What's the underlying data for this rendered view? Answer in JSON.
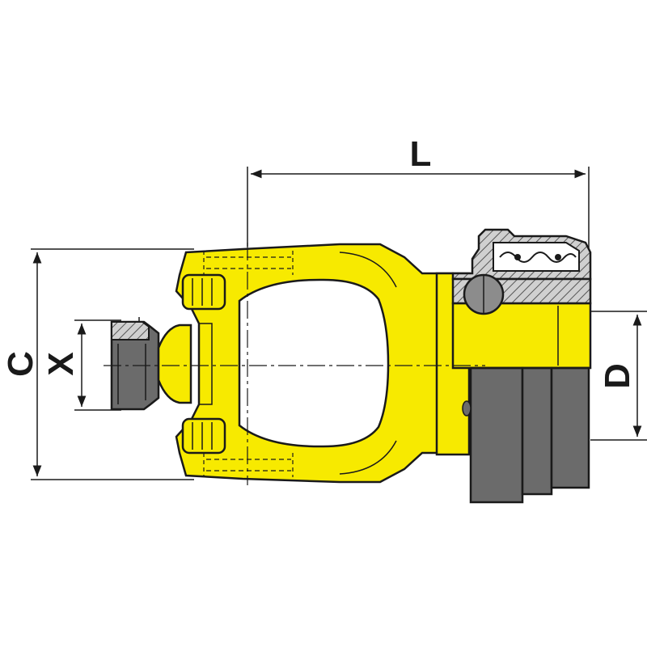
{
  "dimensions": {
    "length_label": "L",
    "overall_height_label": "C",
    "inner_height_label": "X",
    "bore_label": "D"
  },
  "colors": {
    "yoke": "#f7ea00",
    "metal_dark": "#6b6b6b",
    "metal_mid": "#8c8c8c",
    "hatch": "#9a9a9a",
    "outline": "#1a1a1a",
    "background": "#ffffff"
  }
}
